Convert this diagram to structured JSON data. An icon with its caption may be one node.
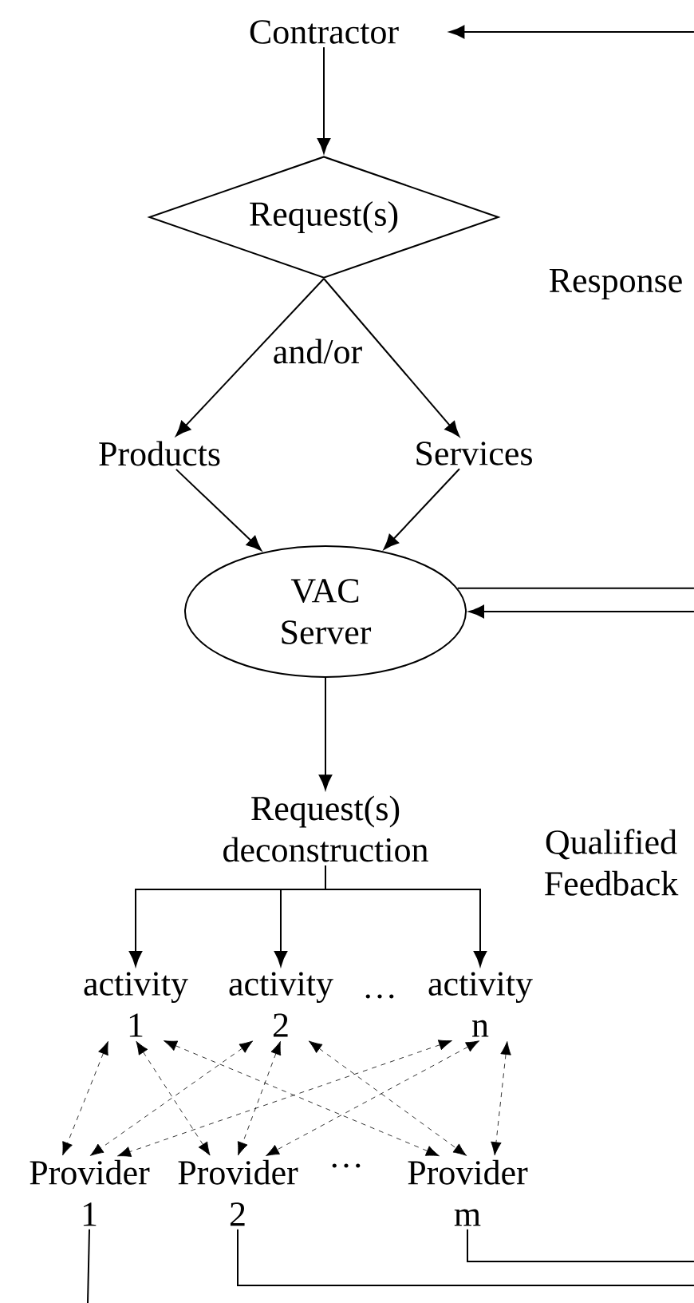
{
  "diagram": {
    "nodes": [
      {
        "text": [
          "Contractor"
        ]
      },
      {
        "text": [
          "Request(s)"
        ]
      },
      {
        "text": [
          "Products"
        ]
      },
      {
        "text": [
          "Services"
        ]
      },
      {
        "text": [
          "VAC Server"
        ]
      },
      {
        "text": [
          "Request(s) deconstruction"
        ]
      },
      {
        "text": [
          "activity 1"
        ]
      },
      {
        "text": [
          "activity 2"
        ]
      },
      {
        "text": [
          "activity n"
        ]
      },
      {
        "text": [
          "Provider 1"
        ]
      },
      {
        "text": [
          "Provider 2"
        ]
      },
      {
        "text": [
          "Provider m"
        ]
      }
    ],
    "edges": [
      {
        "from": null,
        "to": 0,
        "arrow": "to"
      },
      {
        "from": 0,
        "to": 1,
        "arrow": "to"
      },
      {
        "from": 1,
        "to": 2,
        "arrow": "to"
      },
      {
        "from": 1,
        "to": 3,
        "arrow": "to"
      },
      {
        "from": 2,
        "to": 4,
        "arrow": "to"
      },
      {
        "from": 3,
        "to": 4,
        "arrow": "to"
      },
      {
        "from": 4,
        "to": null,
        "arrow": "none"
      },
      {
        "from": null,
        "to": 4,
        "arrow": "to"
      },
      {
        "from": 4,
        "to": 5,
        "arrow": "to"
      },
      {
        "from": 5,
        "to": 6,
        "arrow": "to"
      },
      {
        "from": 5,
        "to": 7,
        "arrow": "to"
      },
      {
        "from": 5,
        "to": 8,
        "arrow": "to"
      },
      {
        "from": 6,
        "to": 9,
        "arrow": "both",
        "style": "dashed"
      },
      {
        "from": 6,
        "to": 10,
        "arrow": "both",
        "style": "dashed"
      },
      {
        "from": 6,
        "to": 11,
        "arrow": "both",
        "style": "dashed"
      },
      {
        "from": 7,
        "to": 9,
        "arrow": "both",
        "style": "dashed"
      },
      {
        "from": 7,
        "to": 10,
        "arrow": "both",
        "style": "dashed"
      },
      {
        "from": 7,
        "to": 11,
        "arrow": "both",
        "style": "dashed"
      },
      {
        "from": 8,
        "to": 9,
        "arrow": "both",
        "style": "dashed"
      },
      {
        "from": 8,
        "to": 10,
        "arrow": "both",
        "style": "dashed"
      },
      {
        "from": 8,
        "to": 11,
        "arrow": "both",
        "style": "dashed"
      },
      {
        "from": 9,
        "to": null,
        "arrow": "none"
      },
      {
        "from": 10,
        "to": null,
        "arrow": "none"
      },
      {
        "from": 11,
        "to": null,
        "arrow": "none"
      }
    ],
    "labels": [
      "Response",
      "and/or",
      "Qualified Feedback",
      "…",
      "…"
    ]
  }
}
